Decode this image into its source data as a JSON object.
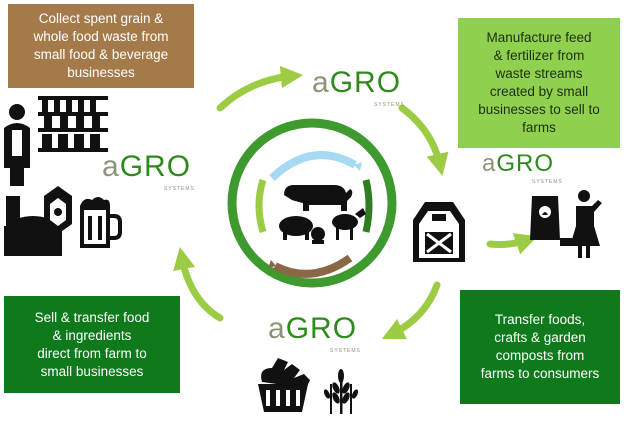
{
  "boxes": {
    "top_left": [
      "Collect spent grain &",
      "whole food waste from",
      "small food & beverage",
      "businesses"
    ],
    "top_right": [
      "Manufacture feed",
      "& fertilizer from",
      "waste streams",
      "created by small",
      "businesses to sell to",
      "farms"
    ],
    "bottom_left": [
      "Sell & transfer food",
      "& ingredients",
      "direct from farm to",
      "small businesses"
    ],
    "bottom_right": [
      "Transfer foods,",
      "crafts & garden",
      "composts from",
      "farms to consumers"
    ]
  },
  "logo": {
    "prefix": "a",
    "brand": "GRO",
    "tagline": "SYSTEMS"
  },
  "colors": {
    "brown_box": "#a57a4b",
    "light_green_box": "#8fd14f",
    "dark_green_box": "#0f7a1c",
    "arrow_green": "#9ccc44",
    "ring_green": "#3e9a2f"
  },
  "icons": [
    "shopkeeper-icon",
    "brewery-icon",
    "beer-mug-icon",
    "farm-animals-icon",
    "barn-icon",
    "fertilizer-bag-icon",
    "farmer-icon",
    "grocery-basket-icon",
    "wheat-icon",
    "agro-logo-icon"
  ]
}
